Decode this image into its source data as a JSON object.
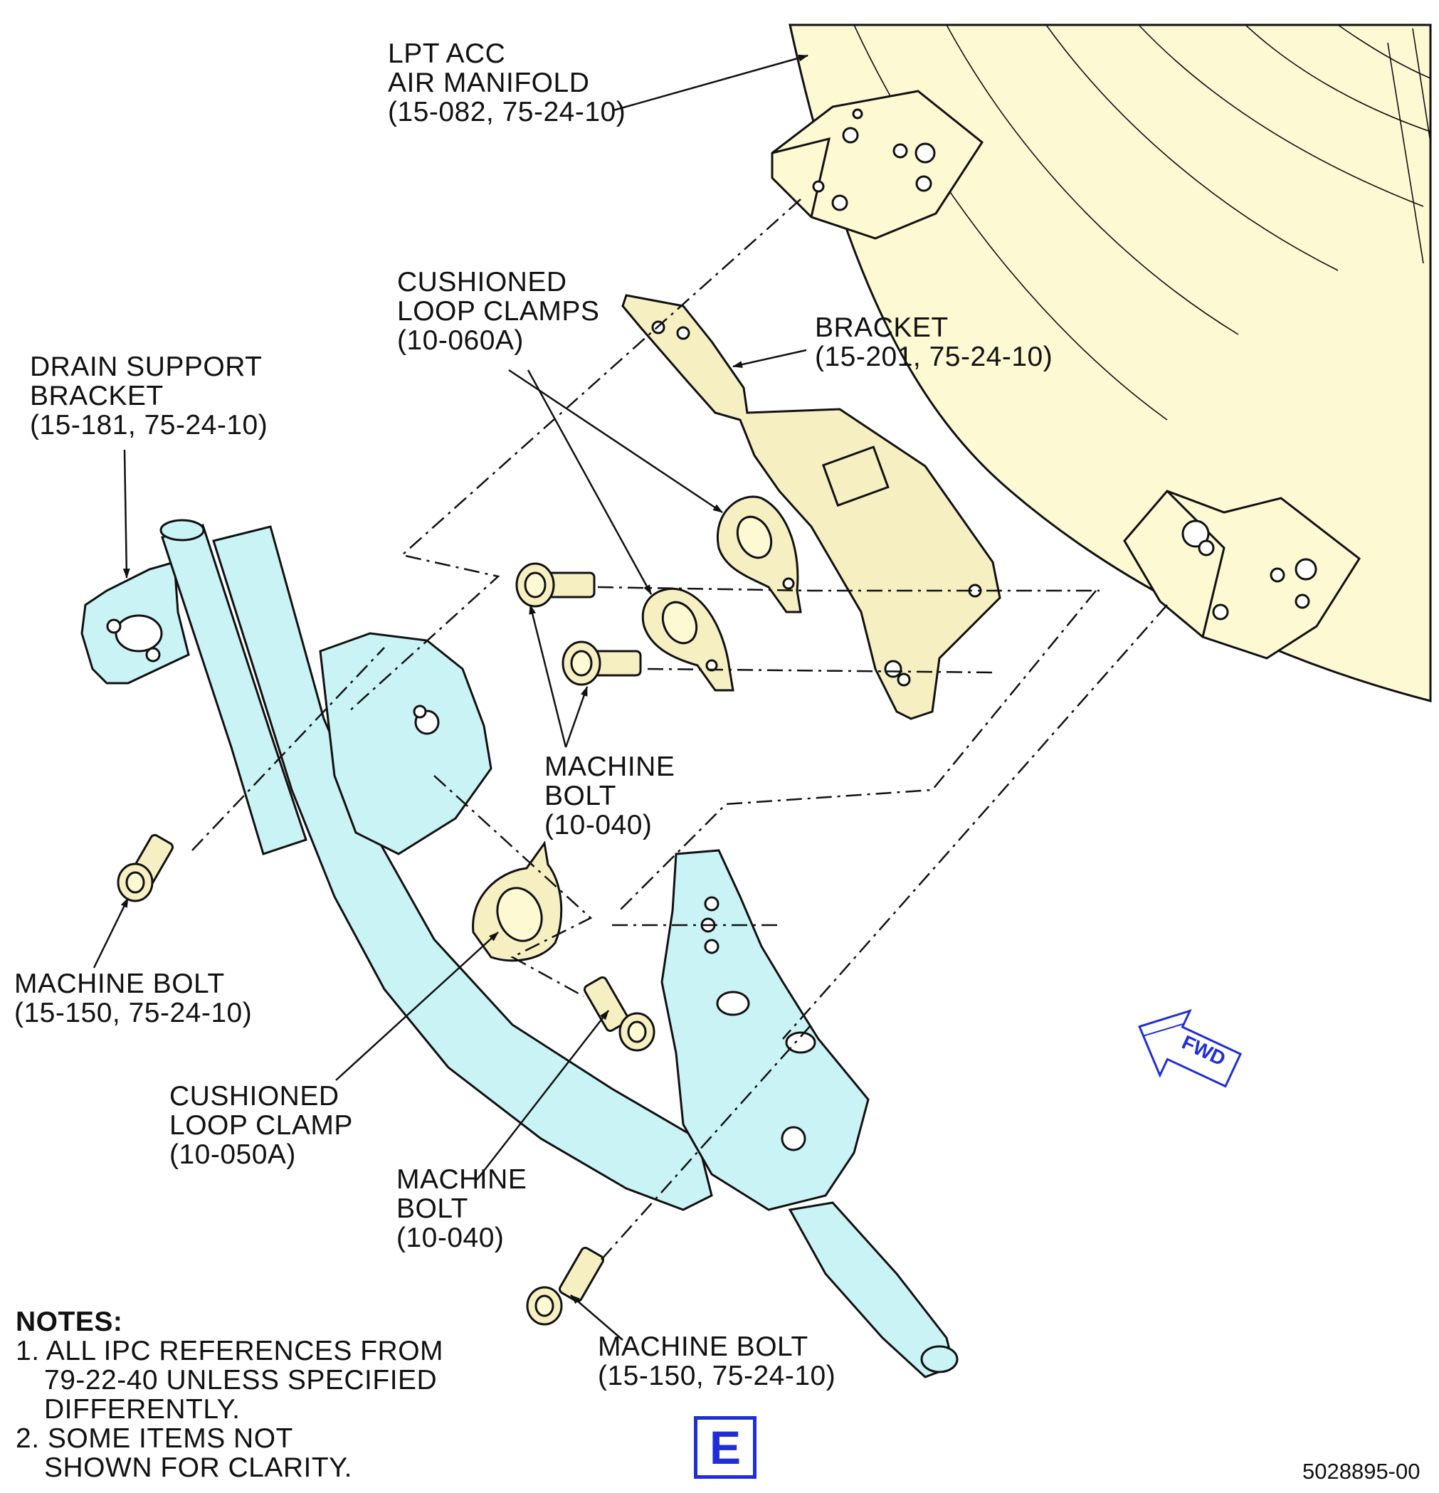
{
  "labels": {
    "lpt_acc": [
      "LPT ACC",
      "AIR MANIFOLD",
      "(15-082, 75-24-10)"
    ],
    "cushioned_clamps": [
      "CUSHIONED",
      "LOOP CLAMPS",
      "(10-060A)"
    ],
    "bracket": [
      "BRACKET",
      "(15-201, 75-24-10)"
    ],
    "drain_support": [
      "DRAIN SUPPORT",
      "BRACKET",
      "(15-181, 75-24-10)"
    ],
    "machine_bolt_center": [
      "MACHINE",
      "BOLT",
      "(10-040)"
    ],
    "machine_bolt_left": [
      "MACHINE BOLT",
      "(15-150, 75-24-10)"
    ],
    "cushioned_clamp_single": [
      "CUSHIONED",
      "LOOP CLAMP",
      "(10-050A)"
    ],
    "machine_bolt_lower": [
      "MACHINE",
      "BOLT",
      "(10-040)"
    ],
    "machine_bolt_bottom": [
      "MACHINE BOLT",
      "(15-150, 75-24-10)"
    ]
  },
  "notes": {
    "title": "NOTES:",
    "items": [
      [
        "1. ALL IPC REFERENCES FROM",
        "79-22-40 UNLESS SPECIFIED",
        "DIFFERENTLY."
      ],
      [
        "2. SOME ITEMS NOT",
        "SHOWN FOR CLARITY."
      ]
    ]
  },
  "fwd_label": "FWD",
  "view_letter": "E",
  "drawing_number": "5028895-00",
  "colors": {
    "manifold_fill": "#fdf9d2",
    "part_fill": "#f6efc2",
    "bracket_fill": "#c9f3f5",
    "line": "#111111",
    "accent": "#1f2ed6"
  }
}
